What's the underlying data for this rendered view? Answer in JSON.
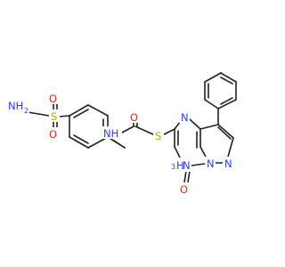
{
  "molecule": {
    "atoms": {
      "nh2": {
        "main": "NH",
        "sub": "2",
        "color": "#2b3de6"
      },
      "s_sulfonyl": {
        "text": "S",
        "color": "#b8a400"
      },
      "o_sulfonyl_top": {
        "text": "O",
        "color": "#e0241b"
      },
      "o_sulfonyl_bottom": {
        "text": "O",
        "color": "#e0241b"
      },
      "nh_amide": {
        "text": "NH",
        "color": "#2b3de6"
      },
      "o_amide": {
        "text": "O",
        "color": "#e0241b"
      },
      "s_thioether": {
        "text": "S",
        "color": "#b8a400"
      },
      "n_triazine_top": {
        "text": "N",
        "color": "#2b3de6"
      },
      "nh_triazine": {
        "main": "3",
        "rest": "H",
        "color": "#2b3de6",
        "prefix_note": "3H"
      },
      "n_bridge": {
        "text": "N",
        "color": "#2b3de6"
      },
      "n_pyrazole": {
        "text": "N",
        "color": "#2b3de6"
      },
      "o_carbonyl": {
        "text": "O",
        "color": "#e0241b"
      }
    },
    "bond_color": "#222222"
  }
}
